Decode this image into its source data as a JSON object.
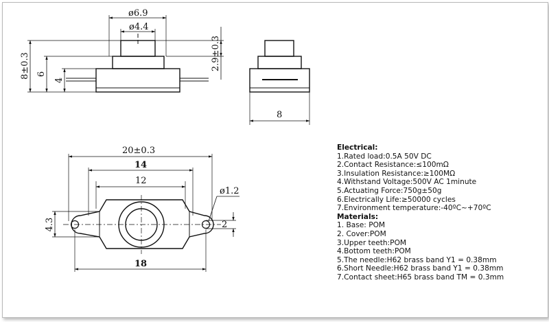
{
  "dimensions": {
    "top_outer_dia": "ø6.9",
    "top_inner_dia": "ø4.4",
    "height_total": "8±0.3",
    "height_body": "6",
    "height_lug": "4",
    "height_button": "2.9±0.3",
    "side_width": "8",
    "overall_length": "20±0.3",
    "length_14": "14",
    "length_12": "12",
    "hole_dia": "ø1.2",
    "lug_height": "4.3",
    "hole_offset": "2",
    "length_18": "18"
  },
  "specs": {
    "electrical_heading": "Electrical:",
    "electrical": [
      "1.Rated load:0.5A 50V DC",
      "2.Contact Resistance:≤100mΩ",
      "3.Insulation Resistance:≥100MΩ",
      "4.Withstand Voltage:500V AC 1minute",
      "5.Actuating Force:750g±50g",
      "6.Electrically Life:≥50000 cycles",
      "7.Environment temperature:-40ºC~+70ºC"
    ],
    "materials_heading": "Materials:",
    "materials": [
      "1. Base: POM",
      "2. Cover:POM",
      "3.Upper teeth:POM",
      "4.Bottom teeth:POM",
      "5.The needle:H62 brass band Y1 = 0.38mm",
      "6.Short Needle:H62 brass band Y1 = 0.38mm",
      "7.Contact sheet:H65 brass band TM = 0.3mm"
    ]
  }
}
